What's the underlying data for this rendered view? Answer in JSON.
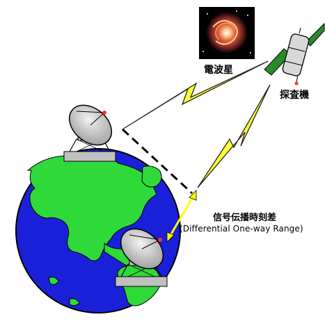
{
  "labels": {
    "radio_star": "電波星",
    "probe": "探査機",
    "signal_time_difference": "信号伝播時刻差",
    "differential_one_way_range": "(Differential One-way Range)"
  },
  "colors": {
    "ocean": "#1a20d8",
    "land": "#2fd93a",
    "lightning": "#ffff33",
    "lightning_outline": "#222222",
    "dish": "#c8c8c8",
    "arrow": "#ffff00",
    "star_space": "#000000"
  },
  "icons": [
    "radio-star-icon",
    "spacecraft-icon",
    "earth-icon",
    "antenna-dish-icon"
  ]
}
